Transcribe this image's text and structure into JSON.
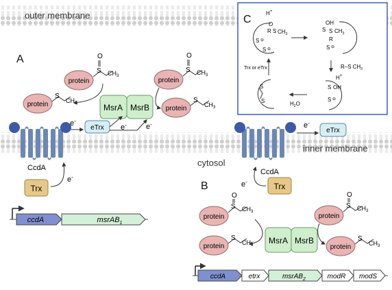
{
  "labels": {
    "outer_membrane": "outer membrane",
    "inner_membrane": "inner membrane",
    "cytosol": "cytosol",
    "panel_a": "A",
    "panel_b": "B",
    "panel_c": "C"
  },
  "panel_a": {
    "protein": "protein",
    "msra": "MsrA",
    "msrb": "MsrB",
    "etrx": "eTrx",
    "electron": "e",
    "electron_sup": "-",
    "ccda": "CcdA",
    "trx": "Trx",
    "gene_ccda": "ccdA",
    "gene_msrab": "msrAB",
    "gene_msrab_sub": "1"
  },
  "panel_b": {
    "protein": "protein",
    "msra": "MsrA",
    "msrb": "MsrB",
    "etrx": "eTrx",
    "electron": "e",
    "electron_sup": "-",
    "ccda": "CcdA",
    "trx": "Trx",
    "genes": [
      "ccdA",
      "etrx",
      "msrAB",
      "modR",
      "modS"
    ],
    "gene_msrab_sub": "2"
  },
  "panel_c": {
    "h_plus": "H",
    "plus": "+",
    "s": "S",
    "o": "O",
    "oh": "OH",
    "ch3": "CH",
    "three": "3",
    "r": "R",
    "minus": "⊖",
    "r_s_ch3": "R–S",
    "trx_label": "Trx or eTrx",
    "h2o": "H",
    "h2o_sub": "2",
    "h2o_o": "O"
  },
  "colors": {
    "protein_fill": "#e8b4b4",
    "msr_fill": "#cfeecb",
    "etrx_fill": "#d7eef5",
    "trx_fill": "#e8c888",
    "ccda_fill": "#6b87b3",
    "ccda_cap": "#3d5aa8",
    "gene_blue": "#7f8fcf",
    "gene_green": "#d4f0d8",
    "panel_c_border": "#3a5bc7"
  }
}
